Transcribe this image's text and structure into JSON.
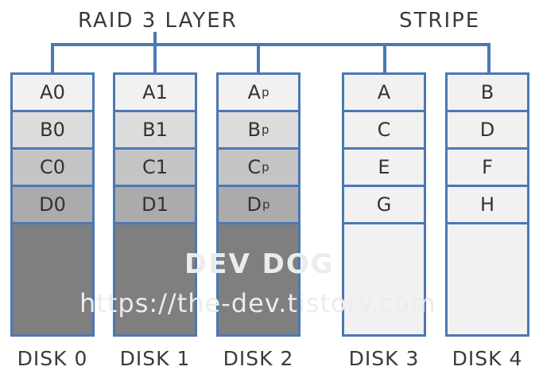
{
  "header": {
    "left_title": "RAID 3 LAYER",
    "right_title": "STRIPE"
  },
  "watermark": {
    "brand": "DEV DOG",
    "url": "https://the-dev.tistory.com"
  },
  "colors": {
    "accent": "#4a78b5",
    "row_a": "#f1f1f1",
    "row_b": "#dcdcdc",
    "row_c": "#c4c4c4",
    "row_d": "#ababab",
    "raid_fill": "#7f7f7f",
    "stripe_fill": "#f1f1f1"
  },
  "raid3": {
    "disks": [
      {
        "label": "DISK 0",
        "blocks": [
          {
            "text": "A0"
          },
          {
            "text": "B0"
          },
          {
            "text": "C0"
          },
          {
            "text": "D0"
          }
        ]
      },
      {
        "label": "DISK 1",
        "blocks": [
          {
            "text": "A1"
          },
          {
            "text": "B1"
          },
          {
            "text": "C1"
          },
          {
            "text": "D1"
          }
        ]
      },
      {
        "label": "DISK 2",
        "blocks": [
          {
            "text": "A",
            "sub": "p"
          },
          {
            "text": "B",
            "sub": "p"
          },
          {
            "text": "C",
            "sub": "p"
          },
          {
            "text": "D",
            "sub": "p"
          }
        ]
      }
    ]
  },
  "stripe": {
    "disks": [
      {
        "label": "DISK 3",
        "blocks": [
          {
            "text": "A"
          },
          {
            "text": "C"
          },
          {
            "text": "E"
          },
          {
            "text": "G"
          }
        ]
      },
      {
        "label": "DISK 4",
        "blocks": [
          {
            "text": "B"
          },
          {
            "text": "D"
          },
          {
            "text": "F"
          },
          {
            "text": "H"
          }
        ]
      }
    ]
  }
}
